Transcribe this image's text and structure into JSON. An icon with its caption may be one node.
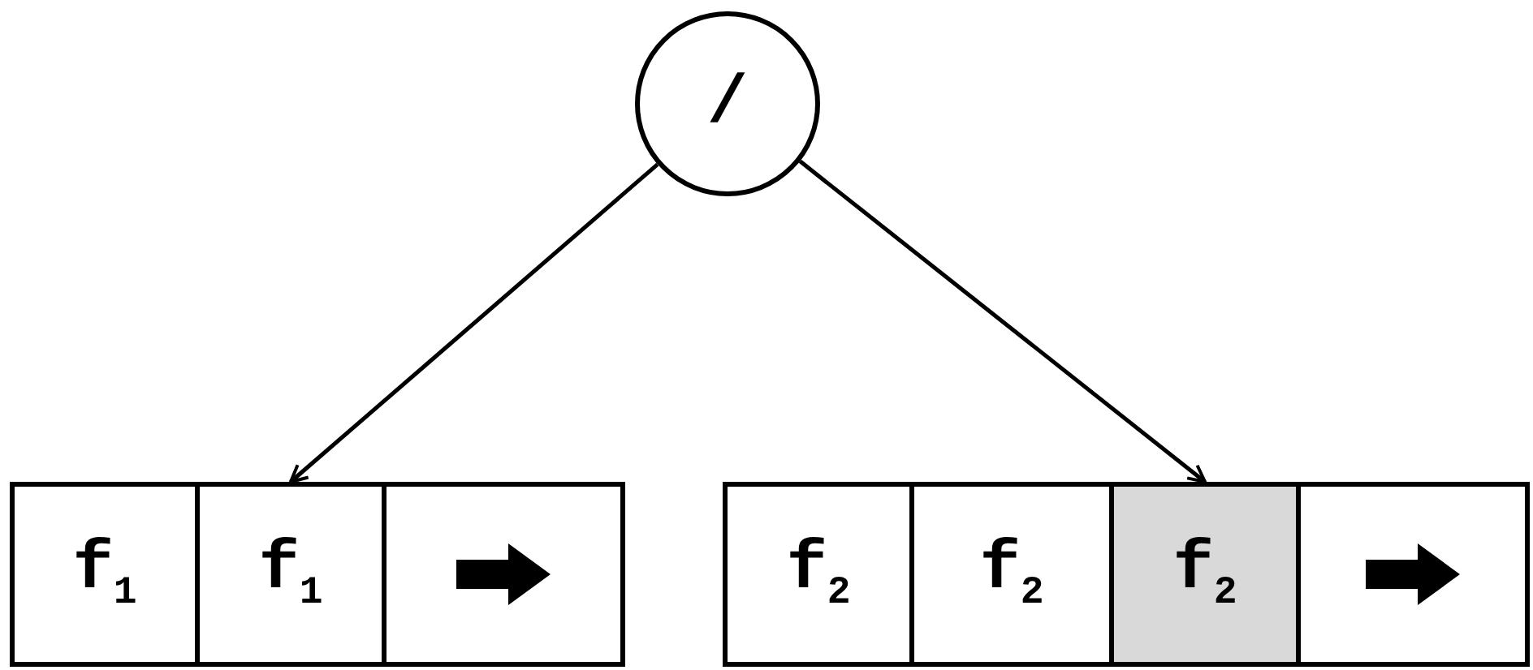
{
  "diagram": {
    "nodes": [
      {
        "text": [
          "/"
        ]
      },
      {
        "text": [
          "f$_{1}$"
        ]
      },
      {
        "text": [
          "f$_{1}$"
        ]
      },
      {
        "text": [],
        "shape": "box"
      },
      {
        "text": [
          "f$_{2}$"
        ]
      },
      {
        "text": [
          "f$_{2}$"
        ]
      },
      {
        "text": [
          "f$_{2}$"
        ]
      },
      {
        "text": [],
        "shape": "box"
      }
    ],
    "edges": [
      {
        "from": 0,
        "to": 2,
        "arrow": "to"
      },
      {
        "from": 0,
        "to": 6,
        "arrow": "to"
      }
    ]
  }
}
